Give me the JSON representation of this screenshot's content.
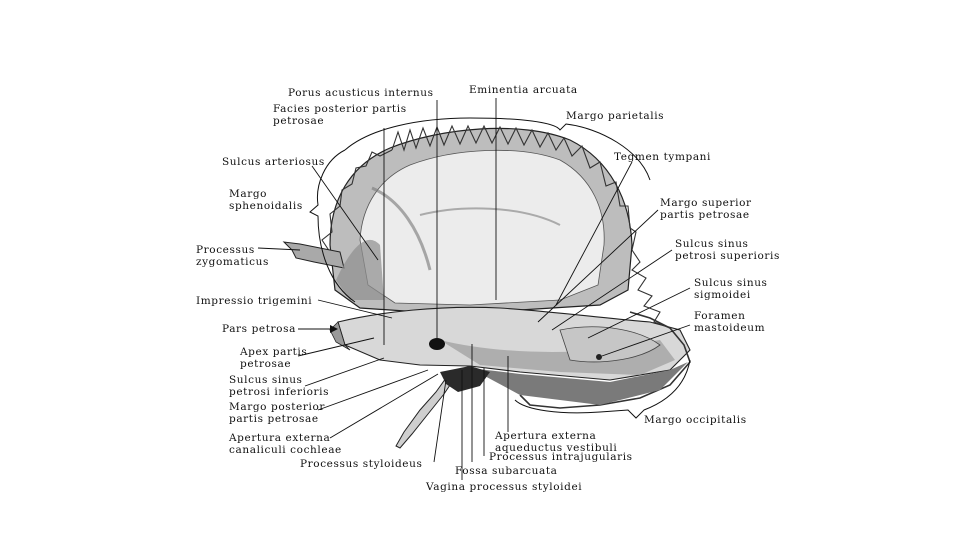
{
  "labels": {
    "porus_acusticus_internus": "Porus acusticus internus",
    "facies_posterior": "Facies posterior partis\npetrosae",
    "eminentia_arcuata": "Eminentia arcuata",
    "margo_parietalis": "Margo parietalis",
    "sulcus_arteriosus": "Sulcus arteriosus",
    "tegmen_tympani": "Tegmen tympani",
    "margo_sphenoidalis": "Margo\nsphenoidalis",
    "margo_superior": "Margo superior\npartis petrosae",
    "processus_zygomaticus": "Processus\nzygomaticus",
    "sulcus_sinus_petrosi_superioris": "Sulcus sinus\npetrosi superioris",
    "sulcus_sinus_sigmoidei": "Sulcus sinus\nsigmoidei",
    "impressio_trigemini": "Impressio trigemini",
    "foramen_mastoideum": "Foramen\nmastoideum",
    "pars_petrosa": "Pars petrosa",
    "apex_partis_petrosae": "Apex partis\npetrosae",
    "sulcus_sinus_petrosi_inferioris": "Sulcus sinus\npetrosi inferioris",
    "margo_posterior": "Margo posterior\npartis petrosae",
    "margo_occipitalis": "Margo occipitalis",
    "apertura_externa_canaliculi": "Apertura externa\ncanaliculi cochleae",
    "apertura_externa_aqueductus": "Apertura externa\naqueductus vestibuli",
    "processus_intrajugularis": "Processus intrajugularis",
    "processus_styloideus": "Processus styloideus",
    "fossa_subarcuata": "Fossa subarcuata",
    "vagina_processus_styloidei": "Vagina processus styloidei"
  }
}
